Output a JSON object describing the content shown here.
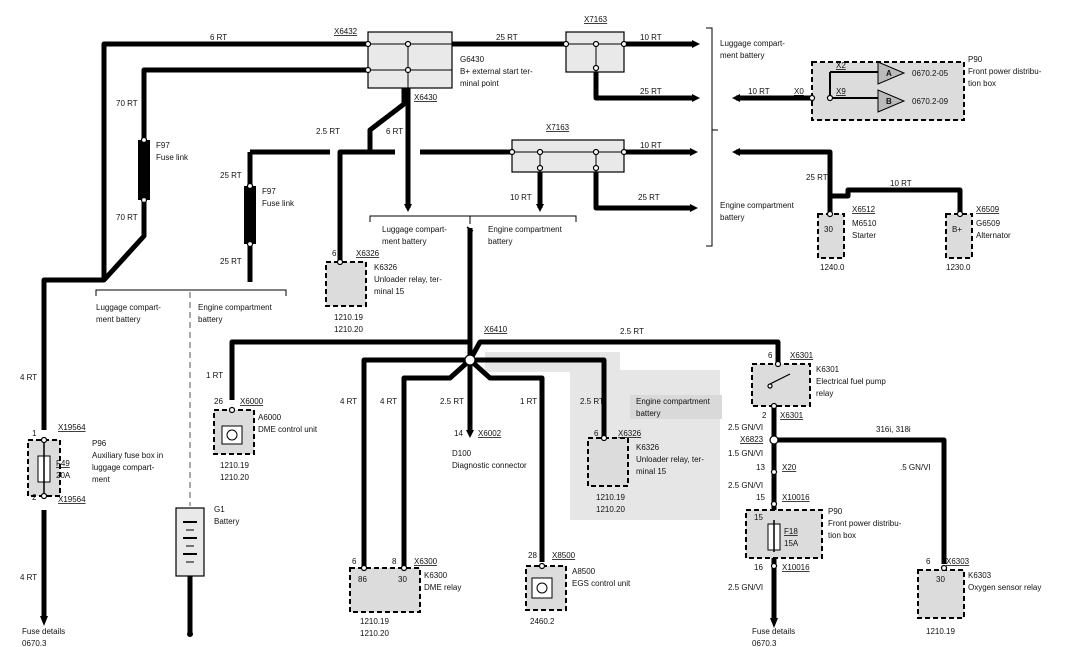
{
  "labels": {
    "w6rt": "6 RT",
    "x6432": "X6432",
    "w25rt_top": "25 RT",
    "x7163_top": "X7163",
    "w10rt_top": "10 RT",
    "w25rt_top2": "25 RT",
    "g6430_name": "G6430",
    "g6430_desc1": "B+ external start ter-",
    "g6430_desc2": "minal point",
    "x6430": "X6430",
    "w70rt_a": "70 RT",
    "w70rt_b": "70 RT",
    "f97a_name": "F97",
    "f97a_desc": "Fuse link",
    "w25rt_mid": "2.5 RT",
    "w6rt_mid": "6 RT",
    "x7163_mid": "X7163",
    "w10rt_mid": "10 RT",
    "w10rt_mid2": "10 RT",
    "w25rt_mid2": "25 RT",
    "w25rt_f97b_top": "25 RT",
    "f97b_name": "F97",
    "f97b_desc": "Fuse link",
    "w25rt_f97b_bot": "25 RT",
    "lug_a1": "Luggage compart-",
    "lug_a2": "ment battery",
    "eng_a1": "Engine compartment",
    "eng_a2": "battery",
    "k6326a_pin": "6",
    "x6326a": "X6326",
    "k6326a_name": "K6326",
    "k6326a_desc1": "Unloader relay, ter-",
    "k6326a_desc2": "minal 15",
    "k6326a_ref1": "1210.19",
    "k6326a_ref2": "1210.20",
    "lug_b1": "Luggage compart-",
    "lug_b2": "ment battery",
    "eng_b1": "Engine compartment",
    "eng_b2": "battery",
    "lug_r1": "Luggage compart-",
    "lug_r2": "ment battery",
    "p90a_name": "P90",
    "p90a_desc1": "Front power distribu-",
    "p90a_desc2": "tion box",
    "p90a_x2": "X2",
    "p90a_x9": "X9",
    "p90a_A": "A",
    "p90a_B": "B",
    "p90a_ref1": "0670.2-05",
    "p90a_ref2": "0670.2-09",
    "w10rt_p90": "10 RT",
    "x0": "X0",
    "eng_r1": "Engine compartment",
    "eng_r2": "battery",
    "w25rt_starter": "25 RT",
    "w10rt_alt": "10 RT",
    "x6512": "X6512",
    "m6510_name": "M6510",
    "m6510_desc": "Starter",
    "m6510_pin": "30",
    "m6510_ref": "1240.0",
    "x6509": "X6509",
    "g6509_name": "G6509",
    "g6509_desc": "Alternator",
    "g6509_pin": "B+",
    "g6509_ref": "1230.0",
    "x6410": "X6410",
    "w25rt_k6301": "2.5 RT",
    "w1rt_a6000": "1 RT",
    "a6000_pin": "26",
    "x6000": "X6000",
    "a6000_name": "A6000",
    "a6000_desc": "DME control unit",
    "a6000_ref1": "1210.19",
    "a6000_ref2": "1210.20",
    "w4rt_a": "4 RT",
    "w4rt_b": "4 RT",
    "w25rt_d100": "2.5 RT",
    "w1rt_a8500": "1 RT",
    "w25rt_k6326b": "2.5 RT",
    "d100_pin": "14",
    "x6002": "X6002",
    "d100_name": "D100",
    "d100_desc": "Diagnostic connector",
    "eng_c1": "Engine compartment",
    "eng_c2": "battery",
    "k6326b_pin": "6",
    "x6326b": "X6326",
    "k6326b_name": "K6326",
    "k6326b_desc1": "Unloader relay, ter-",
    "k6326b_desc2": "minal 15",
    "k6326b_ref1": "1210.19",
    "k6326b_ref2": "1210.20",
    "k6300_pin6": "6",
    "k6300_pin8": "8",
    "x6300": "X6300",
    "k6300_name": "K6300",
    "k6300_desc": "DME relay",
    "k6300_p86": "86",
    "k6300_p30": "30",
    "k6300_ref1": "1210.19",
    "k6300_ref2": "1210.20",
    "a8500_pin": "28",
    "x8500": "X8500",
    "a8500_name": "A8500",
    "a8500_desc": "EGS control unit",
    "a8500_ref": "2460.2",
    "k6301_pin6": "6",
    "x6301_top": "X6301",
    "k6301_name": "K6301",
    "k6301_desc1": "Electrical fuel pump",
    "k6301_desc2": "relay",
    "k6301_pin2": "2",
    "x6301_bot": "X6301",
    "w25gnvi_a": "2.5 GN/VI",
    "x6823": "X6823",
    "variant": "316i, 318i",
    "w15gnvi": "1.5 GN/VI",
    "w5gnvi": ".5 GN/VI",
    "x20_pin": "13",
    "x20": "X20",
    "w25gnvi_b": "2.5 GN/VI",
    "p90b_pin15": "15",
    "x10016_top": "X10016",
    "p90b_name": "P90",
    "p90b_desc1": "Front power distribu-",
    "p90b_desc2": "tion box",
    "f18_pin": "15",
    "f18_name": "F18",
    "f18_val": "15A",
    "p90b_pin16": "16",
    "x10016_bot": "X10016",
    "w25gnvi_c": "2.5 GN/VI",
    "fuse_r1": "Fuse details",
    "fuse_r2": "0670.3",
    "k6303_pin": "6",
    "x6303": "X6303",
    "k6303_name": "K6303",
    "k6303_desc": "Oxygen sensor relay",
    "k6303_p30": "30",
    "k6303_ref": "1210.19",
    "w4rt_l1": "4 RT",
    "p96_pin1": "1",
    "x19564_top": "X19564",
    "p96_name": "P96",
    "p96_desc1": "Auxiliary fuse box in",
    "p96_desc2": "luggage compart-",
    "p96_desc3": "ment",
    "f49_name": "F49",
    "f49_val": "20A",
    "p96_pin2": "2",
    "x19564_bot": "X19564",
    "w4rt_l2": "4 RT",
    "fuse_l1": "Fuse details",
    "fuse_l2": "0670.3",
    "lug_l1": "Luggage compart-",
    "lug_l2": "ment battery",
    "eng_l1": "Engine compartment",
    "eng_l2": "battery",
    "g1_name": "G1",
    "g1_desc": "Battery"
  }
}
